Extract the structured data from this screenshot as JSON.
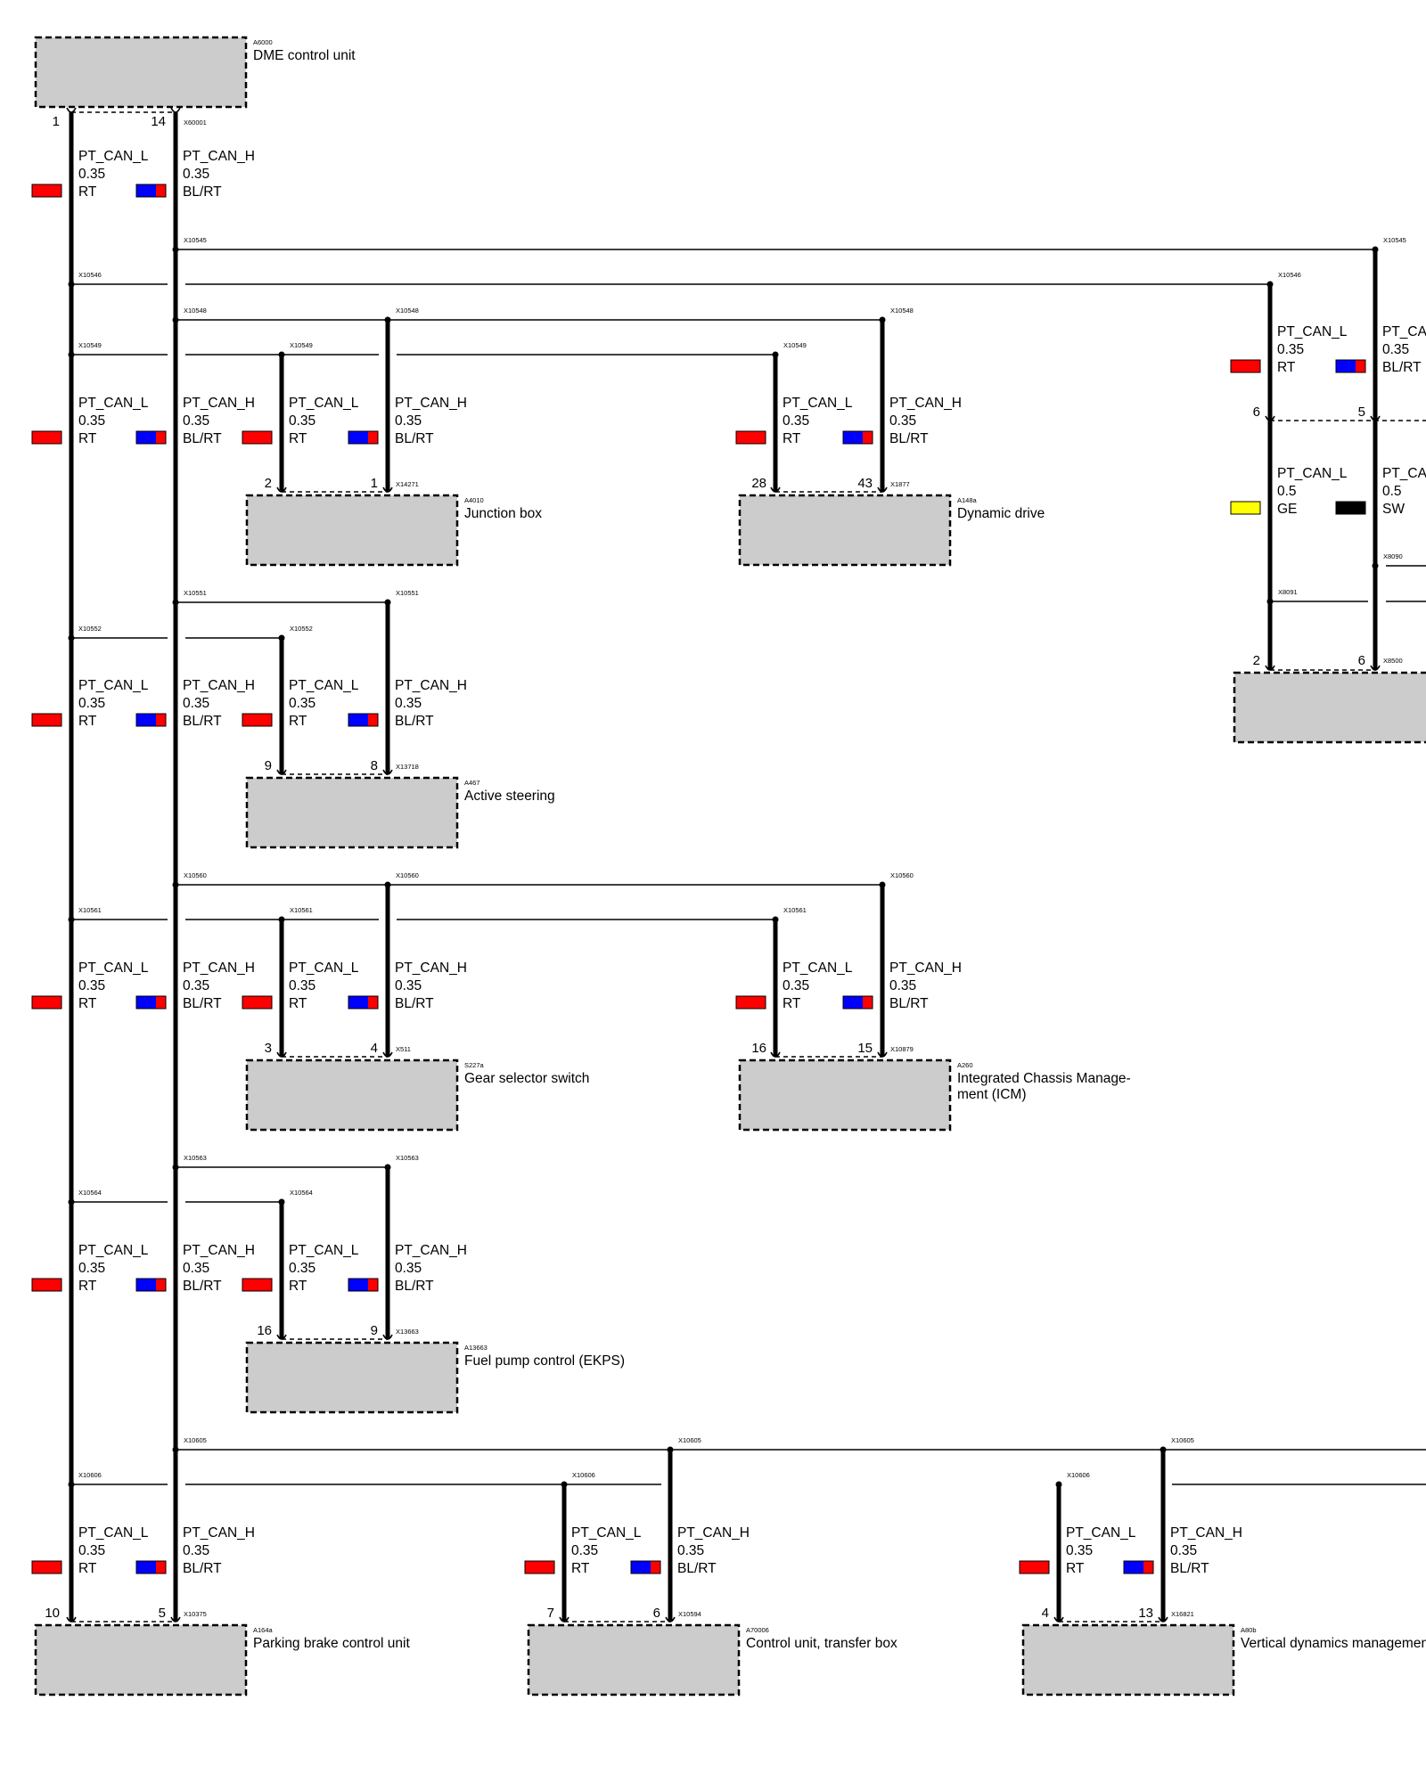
{
  "colors": {
    "background": "#ffffff",
    "module_fill": "#cccccc",
    "wire": "#000000",
    "RT": "#ff0000",
    "BL": "#0000ff",
    "GE": "#ffff00",
    "SW": "#000000"
  },
  "modules": [
    {
      "id": "A6000",
      "label": "DME control unit"
    },
    {
      "id": "A4010",
      "label": "Junction box"
    },
    {
      "id": "A148a",
      "label": "Dynamic drive"
    },
    {
      "id": "A467",
      "label": "Active steering"
    },
    {
      "id": "S227a",
      "label": "Gear selector switch"
    },
    {
      "id": "A260",
      "label": "Integrated Chassis Manage-",
      "label2": "ment (ICM)"
    },
    {
      "id": "A13663",
      "label": "Fuel pump control (EKPS)"
    },
    {
      "id": "A164a",
      "label": "Parking brake control unit"
    },
    {
      "id": "A70006",
      "label": "Control unit, transfer box"
    },
    {
      "id": "A80b",
      "label": "Vertical dynamics managemen"
    },
    {
      "id": "",
      "label": ""
    }
  ],
  "connectors": {
    "dme": "X60001",
    "jb": "X14271",
    "dd": "X1877",
    "as": "X13718",
    "gs": "X511",
    "icm": "X10879",
    "fp": "X13663",
    "pb": "X10375",
    "tb": "X10594",
    "vd": "X16821",
    "right": "X8500"
  },
  "splices": {
    "s10545": "X10545",
    "s10546": "X10546",
    "s10548": "X10548",
    "s10549": "X10549",
    "s10551": "X10551",
    "s10552": "X10552",
    "s10560": "X10560",
    "s10561": "X10561",
    "s10563": "X10563",
    "s10564": "X10564",
    "s10605": "X10605",
    "s10606": "X10606",
    "s8090": "X8090",
    "s8091": "X8091"
  },
  "pins": {
    "dme_l": "1",
    "dme_h": "14",
    "jb_l": "2",
    "jb_h": "1",
    "dd_l": "28",
    "dd_h": "43",
    "as_l": "9",
    "as_h": "8",
    "gs_l": "3",
    "gs_h": "4",
    "icm_l": "16",
    "icm_h": "15",
    "fp_l": "16",
    "fp_h": "9",
    "pb_l": "10",
    "pb_h": "5",
    "tb_l": "7",
    "tb_h": "6",
    "vd_l": "4",
    "vd_h": "13",
    "rc_l": "6",
    "rc_h": "5",
    "rb_l": "2",
    "rb_h": "6"
  },
  "wires": {
    "can_l": {
      "name": "PT_CAN_L",
      "size": "0.35",
      "color": "RT"
    },
    "can_h": {
      "name": "PT_CAN_H",
      "size": "0.35",
      "color": "BL/RT"
    },
    "right_l": {
      "name": "PT_CAN_L",
      "size": "0.35",
      "color": "RT"
    },
    "right_h": {
      "name": "PT_CA",
      "size": "0.35",
      "color": "BL/RT"
    },
    "right_l2": {
      "name": "PT_CAN_L",
      "size": "0.5",
      "color": "GE"
    },
    "right_h2": {
      "name": "PT_CA",
      "size": "0.5",
      "color": "SW"
    }
  }
}
